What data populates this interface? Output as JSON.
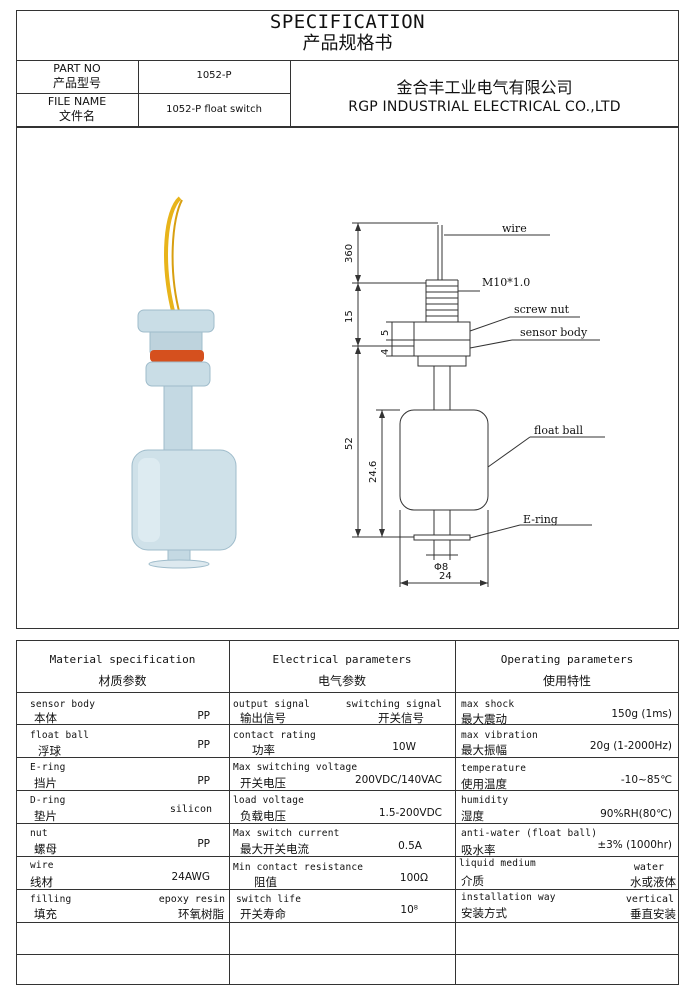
{
  "header": {
    "title_en": "SPECIFICATION",
    "title_zh": "产品规格书",
    "part_no_label_en": "PART NO",
    "part_no_label_zh": "产品型号",
    "part_no_value": "1052-P",
    "file_name_label_en": "FILE NAME",
    "file_name_label_zh": "文件名",
    "file_name_value": "1052-P float switch",
    "company_zh": "金合丰工业电气有限公司",
    "company_en": "RGP INDUSTRIAL ELECTRICAL CO.,LTD"
  },
  "drawing": {
    "labels": {
      "wire": "wire",
      "thread": "M10*1.0",
      "screw_nut": "screw nut",
      "sensor_body": "sensor body",
      "float_ball": "float ball",
      "e_ring": "E-ring"
    },
    "dimensions": {
      "d360": "360",
      "d15": "15",
      "d5": "5",
      "d4": "4",
      "d52": "52",
      "d246": "24.6",
      "phi8": "Φ8",
      "d24": "24"
    }
  },
  "spec": {
    "headers": {
      "material_en": "Material specification",
      "material_zh": "材质参数",
      "electrical_en": "Electrical parameters",
      "electrical_zh": "电气参数",
      "operating_en": "Operating parameters",
      "operating_zh": "使用特性"
    },
    "material": [
      {
        "en": "sensor body",
        "zh": "本体",
        "value": "PP"
      },
      {
        "en": "float ball",
        "zh": "浮球",
        "value": "PP"
      },
      {
        "en": "E-ring",
        "zh": "挡片",
        "value": "PP"
      },
      {
        "en": "D-ring",
        "zh": "垫片",
        "value": "silicon"
      },
      {
        "en": "nut",
        "zh": "螺母",
        "value": "PP"
      },
      {
        "en": "wire",
        "zh": "线材",
        "value": "24AWG"
      },
      {
        "en": "filling",
        "zh": "填充",
        "value_en": "epoxy resin",
        "value_zh": "环氧树脂"
      }
    ],
    "electrical": [
      {
        "en": "output signal",
        "zh": "输出信号",
        "value_en": "switching signal",
        "value_zh": "开关信号"
      },
      {
        "en": "contact rating",
        "zh": "功率",
        "value": "10W"
      },
      {
        "en": "Max switching voltage",
        "zh": "开关电压",
        "value": "200VDC/140VAC"
      },
      {
        "en": "load voltage",
        "zh": "负载电压",
        "value": "1.5-200VDC"
      },
      {
        "en": "Max switch current",
        "zh": "最大开关电流",
        "value": "0.5A"
      },
      {
        "en": "Min contact resistance",
        "zh": "阻值",
        "value": "100Ω"
      },
      {
        "en": "switch life",
        "zh": "开关寿命",
        "value": "10⁸"
      }
    ],
    "operating": [
      {
        "en": "max shock",
        "zh": "最大震动",
        "value": "150g (1ms)"
      },
      {
        "en": "max vibration",
        "zh": "最大振幅",
        "value": "20g (1-2000Hz)"
      },
      {
        "en": "temperature",
        "zh": "使用温度",
        "value": "-10~85℃"
      },
      {
        "en": "humidity",
        "zh": "湿度",
        "value": "90%RH(80℃)"
      },
      {
        "en": "anti-water (float ball)",
        "zh": "吸水率",
        "value": "±3% (1000hr)"
      },
      {
        "en": "liquid medium",
        "zh": "介质",
        "value_en": "water",
        "value_zh": "水或液体"
      },
      {
        "en": "installation way",
        "zh": "安装方式",
        "value_en": "vertical",
        "value_zh": "垂直安装"
      }
    ]
  },
  "colors": {
    "wire": "#e8b41a",
    "plastic": "#c9dde6",
    "plastic_dark": "#9fbccb",
    "oring": "#d5501e",
    "line": "#333333"
  }
}
